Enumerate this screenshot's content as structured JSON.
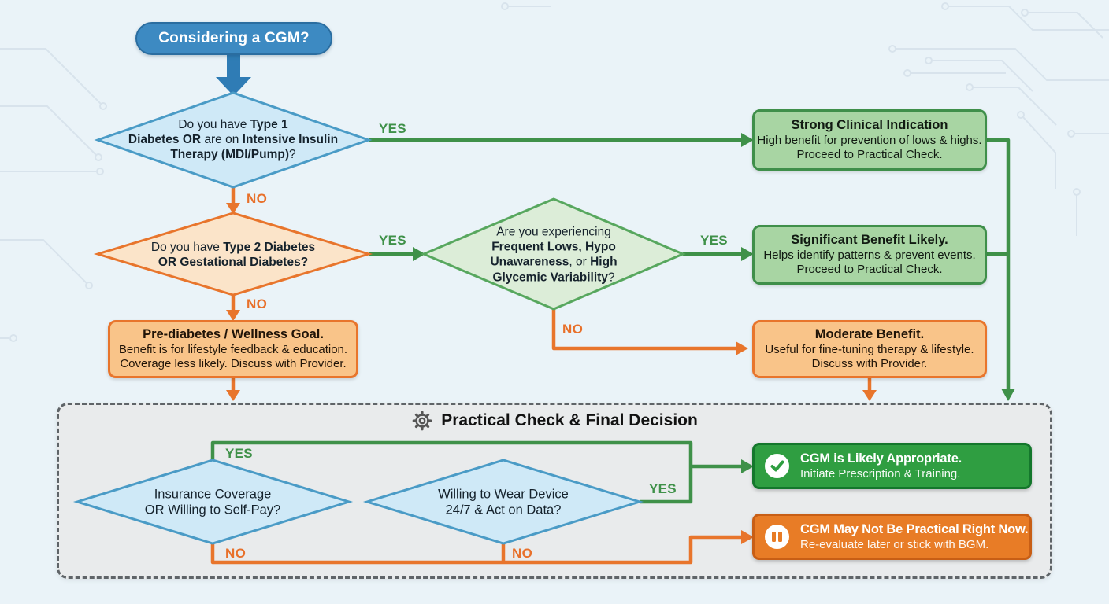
{
  "colors": {
    "accent_blue": "#3d8ac2",
    "accent_green": "#3f9149",
    "accent_orange": "#e8752c",
    "background": "#eaf3f8",
    "approve_fill": "#2f9e41",
    "hold_fill": "#e87c26"
  },
  "labels": {
    "yes": "YES",
    "no": "NO"
  },
  "start": {
    "label": "Considering a CGM?"
  },
  "questions": {
    "type1": {
      "segments": [
        {
          "t": "Do you have ",
          "b": false
        },
        {
          "t": "Type 1",
          "b": true
        },
        {
          "br": true
        },
        {
          "t": "Diabetes OR",
          "b": true
        },
        {
          "t": " are on ",
          "b": false
        },
        {
          "t": "Intensive Insulin",
          "b": true
        },
        {
          "br": true
        },
        {
          "t": "Therapy (MDI/Pump)",
          "b": true
        },
        {
          "t": "?",
          "b": false
        }
      ]
    },
    "type2": {
      "segments": [
        {
          "t": "Do you have ",
          "b": false
        },
        {
          "t": "Type 2 Diabetes",
          "b": true
        },
        {
          "br": true
        },
        {
          "t": "OR Gestational Diabetes?",
          "b": true
        }
      ]
    },
    "variability": {
      "segments": [
        {
          "t": "Are you experiencing",
          "b": false
        },
        {
          "br": true
        },
        {
          "t": "Frequent Lows, Hypo",
          "b": true
        },
        {
          "br": true
        },
        {
          "t": "Unawareness",
          "b": true
        },
        {
          "t": ", or ",
          "b": false
        },
        {
          "t": "High",
          "b": true
        },
        {
          "br": true
        },
        {
          "t": "Glycemic Variability",
          "b": true
        },
        {
          "t": "?",
          "b": false
        }
      ]
    },
    "insurance": {
      "line1": "Insurance Coverage",
      "line2": "OR Willing to Self-Pay?"
    },
    "wear": {
      "line1": "Willing to Wear Device",
      "line2": "24/7 & Act on Data?"
    }
  },
  "outcomes": {
    "strong": {
      "title": "Strong Clinical Indication",
      "line1": "High benefit for prevention of lows & highs.",
      "line2": "Proceed to Practical Check."
    },
    "significant": {
      "title": "Significant Benefit Likely.",
      "line1": "Helps identify patterns & prevent events.",
      "line2": "Proceed to Practical Check."
    },
    "prediabetes": {
      "title": "Pre-diabetes / Wellness Goal.",
      "line1": "Benefit is for lifestyle feedback & education.",
      "line2": "Coverage less likely. Discuss with Provider."
    },
    "moderate": {
      "title": "Moderate Benefit.",
      "line1": "Useful for fine-tuning therapy & lifestyle.",
      "line2": "Discuss with Provider."
    }
  },
  "practical": {
    "title": "Practical Check & Final Decision",
    "approve": {
      "title": "CGM is Likely Appropriate.",
      "subtitle": "Initiate Prescription & Training."
    },
    "hold": {
      "title": "CGM May Not Be Practical Right Now.",
      "subtitle": "Re-evaluate later or stick with BGM."
    }
  }
}
